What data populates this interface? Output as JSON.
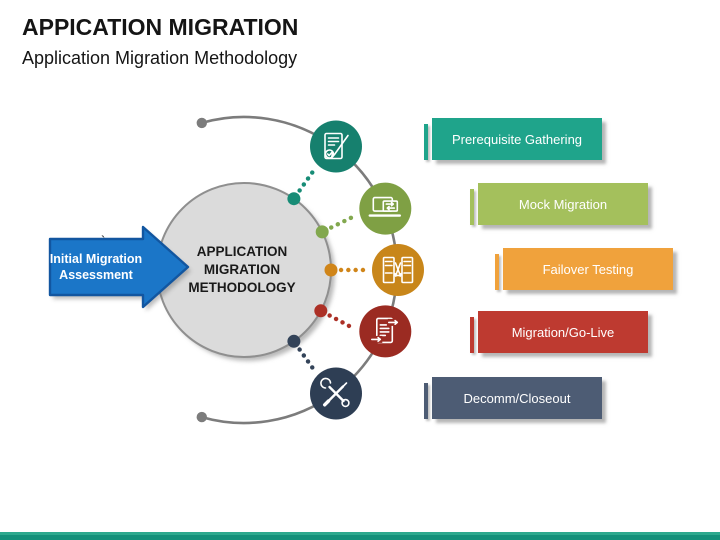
{
  "slide": {
    "title": "APPICATION MIGRATION",
    "subtitle": "Application Migration Methodology",
    "footer_bar_color": "#18947C"
  },
  "diagram": {
    "center_label": "APPLICATION MIGRATION METHODOLOGY",
    "entry_arrow": {
      "label": "Initial Migration Assessment",
      "stray_mark": "`",
      "fill_color": "#1B76C8",
      "border_color": "#1256A0"
    },
    "circle": {
      "fill_color": "#DBDBDB",
      "border_color": "#8F8F8F"
    },
    "stages": [
      {
        "label": "Prerequisite Gathering",
        "icon": "contract-pen-icon",
        "banner_color": "#1FA48B",
        "icon_circle_color": "#16806E",
        "dot_color": "#178C76"
      },
      {
        "label": "Mock Migration",
        "icon": "laptop-transfer-icon",
        "banner_color": "#A4C05C",
        "icon_circle_color": "#7FA044",
        "dot_color": "#82A84E"
      },
      {
        "label": "Failover Testing",
        "icon": "servers-failover-icon",
        "banner_color": "#F0A23C",
        "icon_circle_color": "#C8861A",
        "dot_color": "#D08519"
      },
      {
        "label": "Migration/Go-Live",
        "icon": "document-migrate-icon",
        "banner_color": "#BE3A30",
        "icon_circle_color": "#9B2B22",
        "dot_color": "#AC3026"
      },
      {
        "label": "Decomm/Closeout",
        "icon": "tools-icon",
        "banner_color": "#4D5C74",
        "icon_circle_color": "#2E3E54",
        "dot_color": "#334359"
      }
    ]
  }
}
